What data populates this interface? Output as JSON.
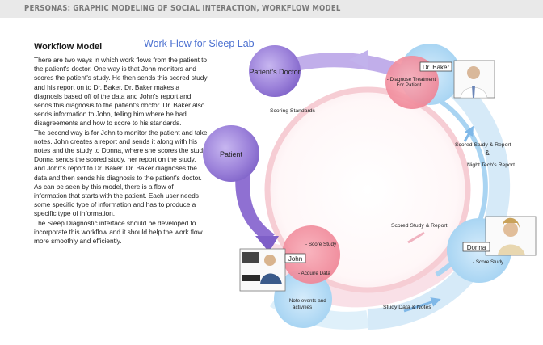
{
  "header": {
    "title": "PERSONAS: GRAPHIC MODELING OF SOCIAL INTERACTION, WORKFLOW MODEL"
  },
  "body": {
    "section_title": "Workflow Model",
    "paragraphs": [
      "There are two ways in which work flows from the patient to the patient's doctor. One way is that John monitors and scores the patient's study. He then sends this scored study and his report on to Dr. Baker. Dr. Baker makes a diagnosis based off of the data and John's report and sends this diagnosis to the patient's doctor. Dr. Baker also sends information to John, telling him where he had disagreements and how to score to his standards.",
      "The second way is for John to monitor the patient and take notes. John creates a report and sends it along with his notes and the study to Donna, where she scores the study. Donna sends the scored study, her report on the study, and John's report to Dr. Baker. Dr. Baker diagnoses the data and then sends his diagnosis to the patient's doctor.",
      "As can be seen by this model, there is a flow of information that starts with the patient. Each user needs some specific type of information and has to produce a specific type of information.",
      "The Sleep Diagnostic interface should be developed to incorporate this workflow and it should help the work flow more smoothly and efficiently."
    ]
  },
  "diagram": {
    "title": "Work Flow for Sleep Lab",
    "nodes": {
      "patients_doctor": "Patient's Doctor",
      "patient": "Patient"
    },
    "people": {
      "baker": {
        "name": "Dr. Baker",
        "task": [
          "- Diagnose Treatment",
          "For Patient"
        ]
      },
      "john": {
        "name": "John",
        "tasks": [
          "- Score Study",
          "- Acquire Data",
          "- Note events and",
          "activities"
        ]
      },
      "donna": {
        "name": "Donna",
        "task": "- Score Study"
      }
    },
    "flows": {
      "scoring_standards": "Scoring Standards",
      "scored_report_1": "Scored Study & Report",
      "ampersand": "&",
      "night_tech": "Night Tech's Report",
      "scored_report_2": "Scored Study & Report",
      "study_notes": "Study Data & Notes"
    },
    "colors": {
      "purple": "#8a6ad0",
      "pink": "#f08a9c",
      "blue": "#8ec3ea",
      "ring_pink": "#f6cdd4"
    }
  }
}
